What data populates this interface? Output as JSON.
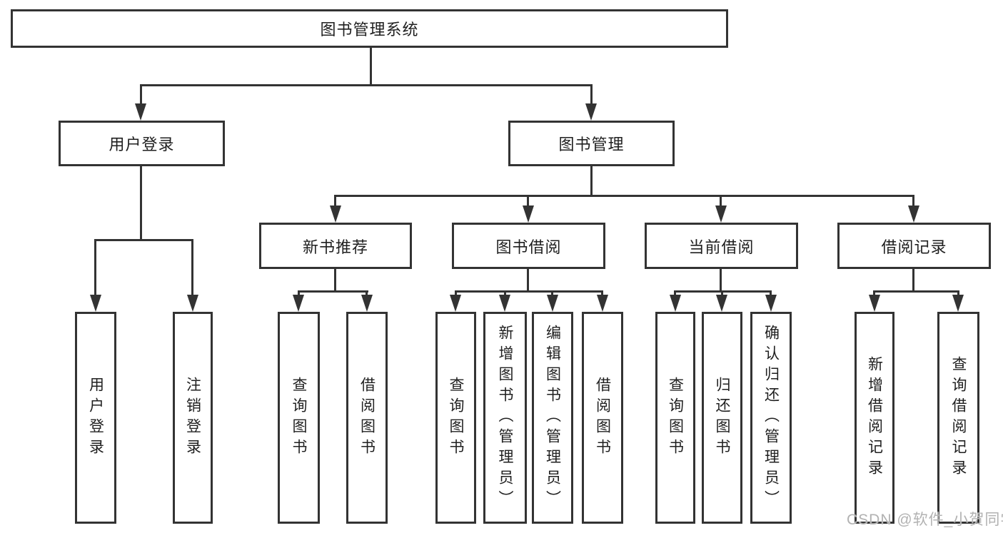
{
  "tree": {
    "root": "图书管理系统",
    "children": [
      {
        "label": "用户登录",
        "children": [
          "用户登录",
          "注销登录"
        ]
      },
      {
        "label": "图书管理",
        "children": [
          {
            "label": "新书推荐",
            "children": [
              "查询图书",
              "借阅图书"
            ]
          },
          {
            "label": "图书借阅",
            "children": [
              "查询图书",
              "新增图书（管理员）",
              "编辑图书（管理员）",
              "借阅图书"
            ]
          },
          {
            "label": "当前借阅",
            "children": [
              "查询图书",
              "归还图书",
              "确认归还（管理员）"
            ]
          },
          {
            "label": "借阅记录",
            "children": [
              "新增借阅记录",
              "查询借阅记录"
            ]
          }
        ]
      }
    ]
  },
  "colors": {
    "ink": "#333333",
    "text": "#1f1f1f",
    "watermark_gray": "#b2b2b2",
    "background": "#ffffff"
  },
  "watermark": {
    "text": "CSDN @软件_小贺同学"
  }
}
